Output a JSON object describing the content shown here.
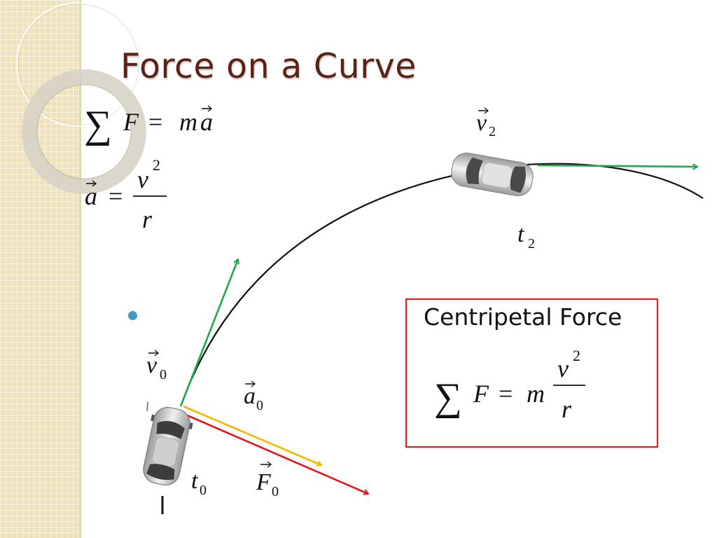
{
  "slide": {
    "title": "Force on a Curve"
  },
  "formulas": {
    "sum_symbol": "∑",
    "newton_lhs": "F",
    "equals": "=",
    "newton_rhs_m": "m",
    "newton_rhs_a": "a",
    "accel_lhs": "a",
    "accel_num": "v",
    "accel_exp": "2",
    "accel_den": "r"
  },
  "labels": {
    "v2_main": "v",
    "v2_sub": "2",
    "t2_main": "t",
    "t2_sub": "2",
    "v0_main": "v",
    "v0_sub": "0",
    "a0_main": "a",
    "a0_sub": "0",
    "t0_main": "t",
    "t0_sub": "0",
    "f0_main": "F",
    "f0_sub": "0"
  },
  "centripetal_box": {
    "label": "Centripetal Force",
    "sum_symbol": "∑",
    "lhs": "F",
    "equals": "=",
    "m": "m",
    "num": "v",
    "exp": "2",
    "den": "r"
  },
  "colors": {
    "title": "#5a2315",
    "velocity_arrow": "#1fa84a",
    "acceleration_arrow": "#f5b800",
    "force_arrow": "#e8141b",
    "box_border": "#e21f26",
    "bullet": "#3c9fbf"
  }
}
